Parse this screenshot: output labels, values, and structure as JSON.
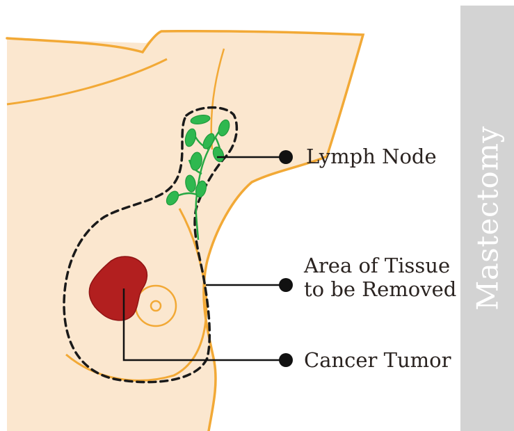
{
  "title": "Mastectomy",
  "labels": {
    "lymph_node": "Lymph Node",
    "area_line1": "Area of Tissue",
    "area_line2": "to be Removed",
    "cancer_tumor": "Cancer Tumor"
  },
  "colors": {
    "skin": "#fbe7cf",
    "outline": "#f2a936",
    "lymph": "#2fb84f",
    "lymph_dark": "#1f9a3c",
    "tumor": "#b21f1f",
    "dashed": "#1a1a1a",
    "pointer": "#111111",
    "strip": "#d3d3d3"
  }
}
